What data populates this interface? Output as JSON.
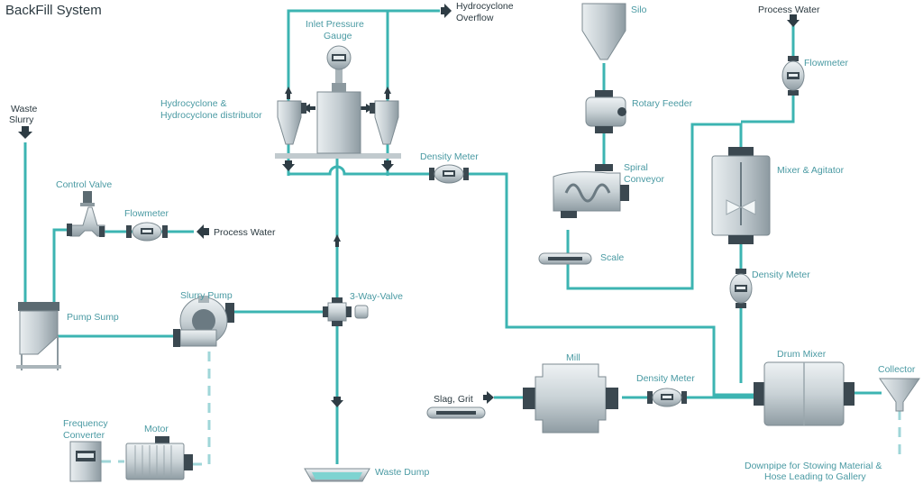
{
  "title": "BackFill System",
  "labels": {
    "waste_slurry_1": "Waste",
    "waste_slurry_2": "Slurry",
    "control_valve": "Control Valve",
    "flowmeter_left": "Flowmeter",
    "process_water_left": "Process Water",
    "pump_sump": "Pump Sump",
    "slurry_pump": "Slurry Pump",
    "frequency_converter_1": "Frequency",
    "frequency_converter_2": "Converter",
    "motor": "Motor",
    "inlet_pressure_1": "Inlet Pressure",
    "inlet_pressure_2": "Gauge",
    "hydrocyclone_1": "Hydrocyclone &",
    "hydrocyclone_2": "Hydrocyclone distributor",
    "overflow_1": "Hydrocyclone",
    "overflow_2": "Overflow",
    "density_meter_top": "Density Meter",
    "three_way_valve": "3-Way-Valve",
    "waste_dump": "Waste Dump",
    "silo": "Silo",
    "rotary_feeder": "Rotary Feeder",
    "spiral_conveyor_1": "Spiral",
    "spiral_conveyor_2": "Conveyor",
    "scale": "Scale",
    "process_water_right": "Process Water",
    "flowmeter_right": "Flowmeter",
    "mixer_agitator": "Mixer & Agitator",
    "density_meter_right": "Density Meter",
    "drum_mixer": "Drum Mixer",
    "collector": "Collector",
    "mill": "Mill",
    "density_meter_bottom": "Density Meter",
    "slag_grit": "Slag, Grit",
    "downpipe_1": "Downpipe for Stowing Material &",
    "downpipe_2": "Hose Leading to Gallery"
  },
  "colors": {
    "pipe": "#3cb4b2",
    "label": "#4a9aa3",
    "arrow": "#2e3c44",
    "dashed": "#9fd6d8",
    "equipment": "#cdd6da"
  }
}
